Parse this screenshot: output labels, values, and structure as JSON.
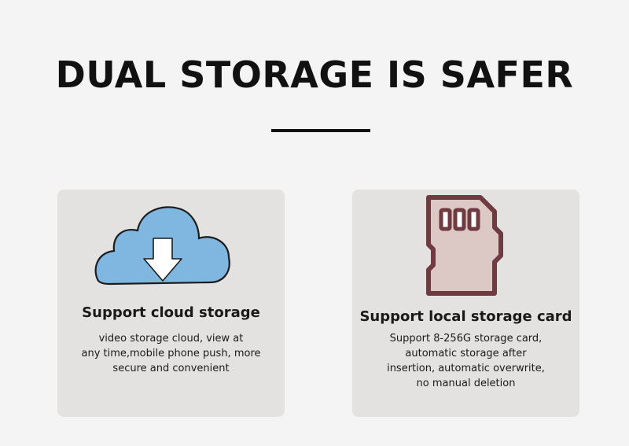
{
  "headline": "DUAL STORAGE IS SAFER",
  "colors": {
    "background": "#f4f4f4",
    "card": "#e4e2e1",
    "cloud_fill": "#7fb7e0",
    "sd_fill": "#dcc9c6",
    "sd_stroke": "#6f3a40"
  },
  "cards": [
    {
      "icon": "cloud-download-icon",
      "title": "Support cloud storage",
      "description_lines": [
        "video storage cloud, view at",
        "any time,mobile phone push, more",
        "secure and convenient"
      ]
    },
    {
      "icon": "sd-card-icon",
      "title": "Support local storage card",
      "description_lines": [
        "Support 8-256G storage card,",
        "automatic storage after",
        "insertion, automatic overwrite,",
        "no manual deletion"
      ]
    }
  ]
}
